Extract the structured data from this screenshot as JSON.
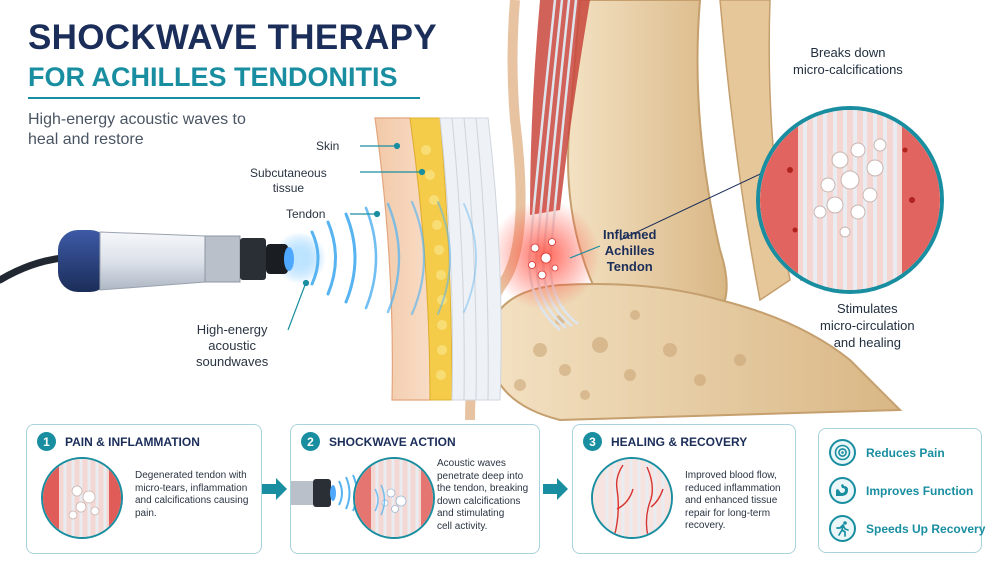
{
  "header": {
    "title_line1": "SHOCKWAVE THERAPY",
    "title_line2": "FOR ACHILLES TENDONITIS",
    "subtitle_line1": "High-energy acoustic waves to",
    "subtitle_line2": "heal and restore"
  },
  "layers": {
    "skin": "Skin",
    "subcutaneous_1": "Subcutaneous",
    "subcutaneous_2": "tissue",
    "tendon": "Tendon"
  },
  "device": {
    "label_1": "High-energy",
    "label_2": "acoustic",
    "label_3": "soundwaves"
  },
  "inflamed": {
    "line1": "Inflamed",
    "line2": "Achilles",
    "line3": "Tendon"
  },
  "callouts": {
    "breaks_1": "Breaks down",
    "breaks_2": "micro-calcifications",
    "stim_1": "Stimulates",
    "stim_2": "micro-circulation",
    "stim_3": "and healing"
  },
  "steps": [
    {
      "number": "1",
      "title": "PAIN & INFLAMMATION",
      "lines": [
        "Degenerated tendon with",
        "micro-tears, inflammation",
        "and calcifications causing",
        "pain."
      ]
    },
    {
      "number": "2",
      "title": "SHOCKWAVE ACTION",
      "lines": [
        "Acoustic waves",
        "penetrate deep into",
        "the tendon, breaking",
        "down calcifications",
        "and stimulating",
        "cell activity."
      ]
    },
    {
      "number": "3",
      "title": "HEALING & RECOVERY",
      "lines": [
        "Improved blood flow,",
        "reduced inflammation",
        "and enhanced tissue",
        "repair for long-term",
        "recovery."
      ]
    }
  ],
  "benefits": [
    {
      "label": "Reduces Pain",
      "icon": "target-icon"
    },
    {
      "label": "Improves Function",
      "icon": "flexed-arm-icon"
    },
    {
      "label": "Speeds Up Recovery",
      "icon": "running-person-icon"
    }
  ],
  "colors": {
    "navy": "#1b2d59",
    "teal": "#198ea0",
    "bone": "#e8cfa6",
    "inflammation": "#d8332f"
  }
}
